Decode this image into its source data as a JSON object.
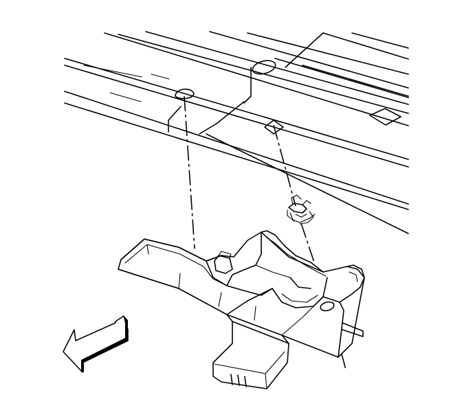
{
  "diagram": {
    "parts": [
      "frame-rail",
      "mounting-bracket",
      "push-pin-retainer",
      "bolt-hole-rear",
      "bolt-hole-front",
      "square-hole"
    ],
    "direction_arrow": "front-direction-icon",
    "colors": {
      "line": "#000000",
      "background": "#ffffff"
    }
  }
}
